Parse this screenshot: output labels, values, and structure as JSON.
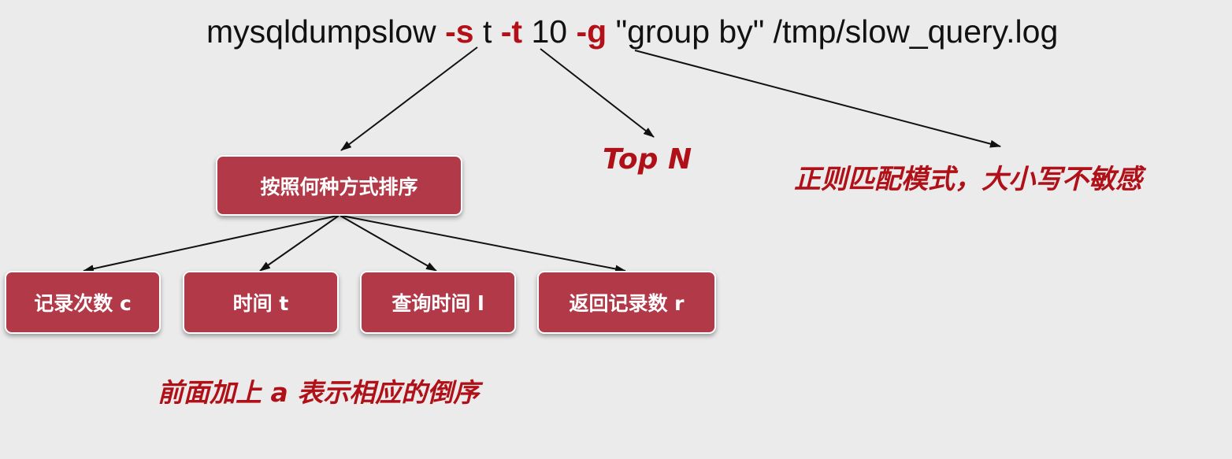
{
  "command": {
    "program": "mysqldumpslow",
    "sort_flag": "-s",
    "sort_value": "t",
    "top_flag": "-t",
    "top_value": "10",
    "grep_flag": "-g",
    "grep_value": "\"group by\"",
    "log_path": "/tmp/slow_query.log"
  },
  "sort_box": {
    "label": "按照何种方式排序"
  },
  "sort_options": [
    {
      "label": "记录次数 c"
    },
    {
      "label": "时间 t"
    },
    {
      "label": "查询时间 l"
    },
    {
      "label": "返回记录数 r"
    }
  ],
  "notes": {
    "top_n": "Top N",
    "regex": "正则匹配模式，大小写不敏感",
    "reverse": "前面加上 a 表示相应的倒序"
  },
  "colors": {
    "flag": "#b31018",
    "box_fill": "#b23a48",
    "note_text": "#b01017",
    "background": "#ebebeb"
  }
}
